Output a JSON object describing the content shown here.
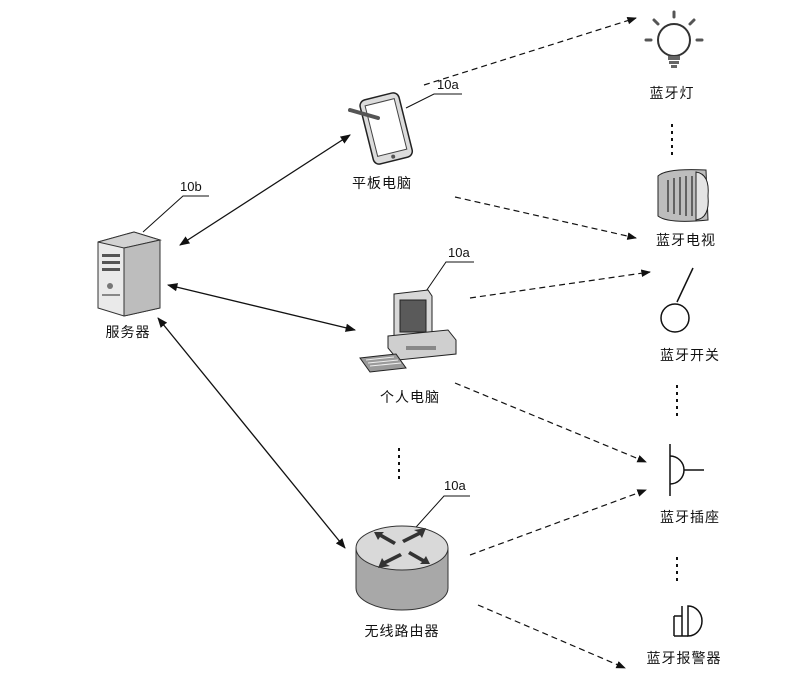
{
  "nodes": {
    "server": {
      "label": "服务器",
      "ref": "10b"
    },
    "tablet": {
      "label": "平板电脑",
      "ref": "10a"
    },
    "pc": {
      "label": "个人电脑",
      "ref": "10a"
    },
    "router": {
      "label": "无线路由器",
      "ref": "10a"
    }
  },
  "devices": {
    "lamp": {
      "label": "蓝牙灯"
    },
    "tv": {
      "label": "蓝牙电视"
    },
    "switch": {
      "label": "蓝牙开关"
    },
    "socket": {
      "label": "蓝牙插座"
    },
    "alarm": {
      "label": "蓝牙报警器"
    }
  },
  "icons": [
    "server-icon",
    "tablet-icon",
    "personal-computer-icon",
    "router-icon",
    "bulb-icon",
    "tv-icon",
    "switch-icon",
    "socket-icon",
    "alarm-icon"
  ]
}
